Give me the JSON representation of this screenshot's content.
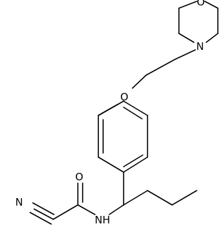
{
  "molecule": {
    "atoms": {
      "morpholine_o": "O",
      "morpholine_n": "N",
      "ether_o": "O",
      "carbonyl_o": "O",
      "nitrile_n": "N",
      "amide_nh": "NH"
    },
    "colors": {
      "bond": "#000000",
      "label": "#000000",
      "background": "#ffffff"
    }
  }
}
